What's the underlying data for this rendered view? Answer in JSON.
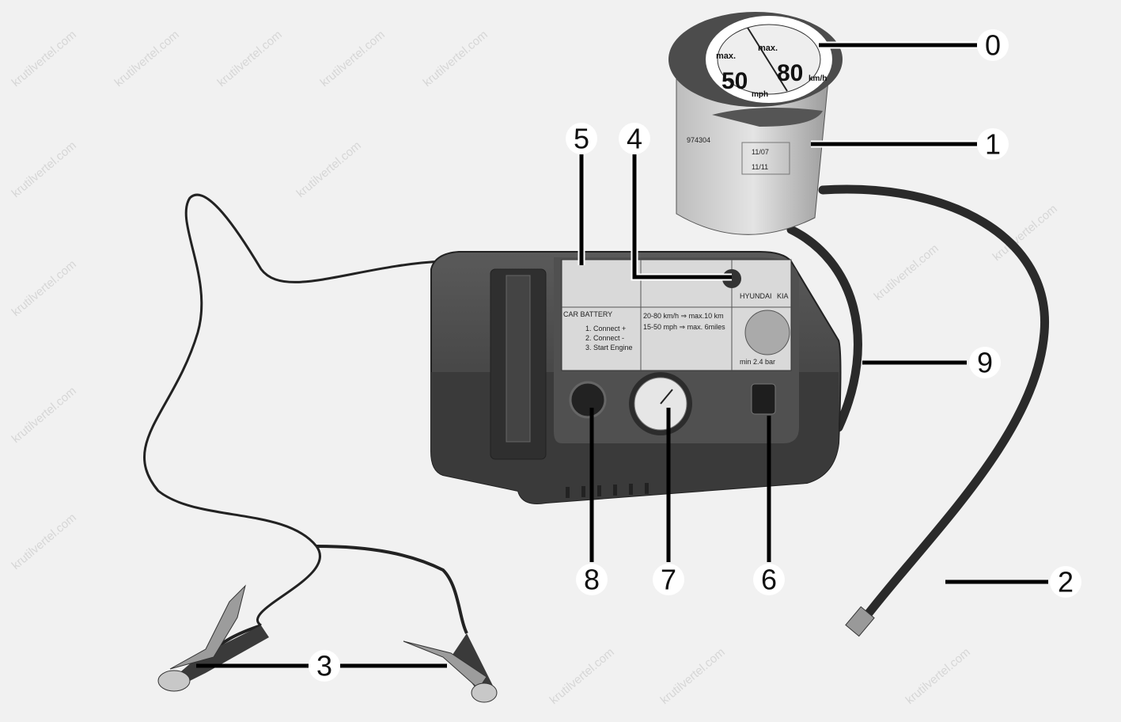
{
  "watermark": "krutilvertel.com",
  "canister": {
    "speed_kmh": "80",
    "speed_kmh_prefix": "max.",
    "speed_kmh_unit": "km/h",
    "speed_mph": "50",
    "speed_mph_prefix": "max.",
    "speed_mph_unit": "mph",
    "code": "974304",
    "date1": "11/07",
    "date2": "11/11"
  },
  "instruction_label": {
    "step2_title": "CAR BATTERY",
    "step2_lines": [
      "1. Connect +",
      "2. Connect -",
      "3. Start Engine"
    ],
    "step4_line1": "20-80 km/h ⇒ max.10 km",
    "step4_line2": "15-50 mph ⇒ max. 6miles",
    "step5_text": "min 2.4 bar",
    "brands": [
      "HYUNDAI",
      "KIA"
    ]
  },
  "callouts": [
    {
      "id": "0",
      "label": "0"
    },
    {
      "id": "1",
      "label": "1"
    },
    {
      "id": "2",
      "label": "2"
    },
    {
      "id": "3",
      "label": "3"
    },
    {
      "id": "4",
      "label": "4"
    },
    {
      "id": "5",
      "label": "5"
    },
    {
      "id": "6",
      "label": "6"
    },
    {
      "id": "7",
      "label": "7"
    },
    {
      "id": "8",
      "label": "8"
    },
    {
      "id": "9",
      "label": "9"
    }
  ],
  "colors": {
    "background": "#f1f1f1",
    "body": "#4a4a4a",
    "label": "#d9d9d9",
    "leader": "#000000"
  }
}
